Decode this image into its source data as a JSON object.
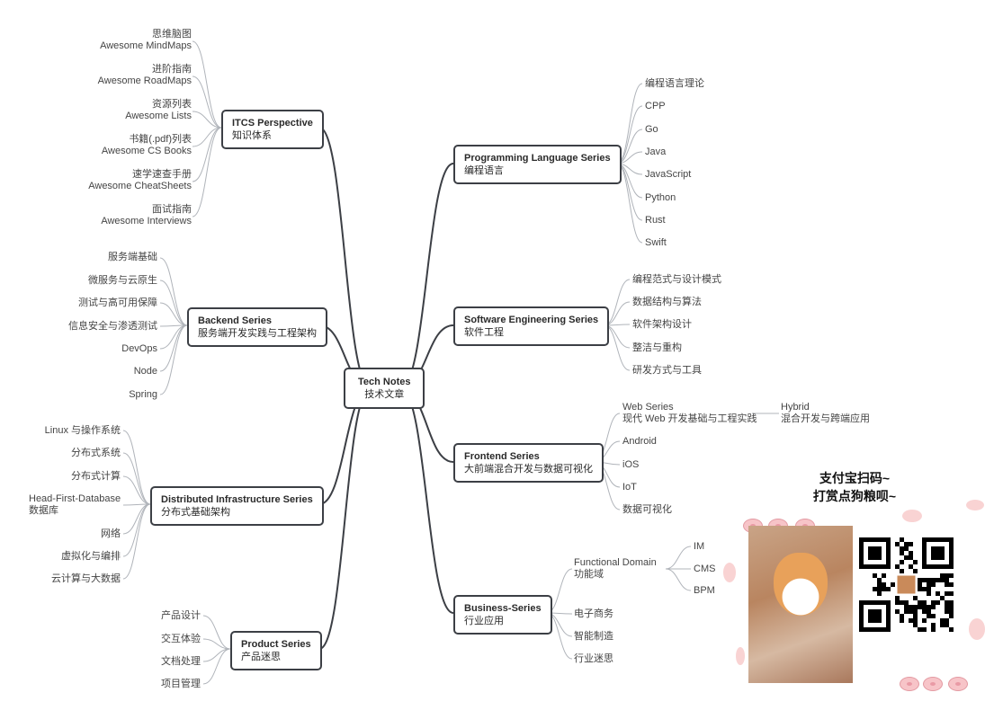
{
  "root": {
    "title": "Tech Notes",
    "subtitle": "技术文章"
  },
  "branches": {
    "itcs": {
      "title": "ITCS Perspective",
      "subtitle": "知识体系",
      "items": [
        {
          "line1": "思维脑图",
          "line2": "Awesome MindMaps"
        },
        {
          "line1": "进阶指南",
          "line2": "Awesome RoadMaps"
        },
        {
          "line1": "资源列表",
          "line2": "Awesome Lists"
        },
        {
          "line1": "书籍(.pdf)列表",
          "line2": "Awesome CS Books"
        },
        {
          "line1": "速学速查手册",
          "line2": "Awesome CheatSheets"
        },
        {
          "line1": "面试指南",
          "line2": "Awesome Interviews"
        }
      ]
    },
    "backend": {
      "title": "Backend Series",
      "subtitle": "服务端开发实践与工程架构",
      "items": [
        "服务端基础",
        "微服务与云原生",
        "测试与高可用保障",
        "信息安全与渗透测试",
        "DevOps",
        "Node",
        "Spring"
      ]
    },
    "distributed": {
      "title": "Distributed Infrastructure Series",
      "subtitle": "分布式基础架构",
      "items": [
        {
          "line1": "Linux 与操作系统"
        },
        {
          "line1": "分布式系统"
        },
        {
          "line1": "分布式计算"
        },
        {
          "line1": "Head-First-Database",
          "line2": "数据库"
        },
        {
          "line1": "网络"
        },
        {
          "line1": "虚拟化与编排"
        },
        {
          "line1": "云计算与大数据"
        }
      ]
    },
    "product": {
      "title": "Product Series",
      "subtitle": "产品迷思",
      "items": [
        "产品设计",
        "交互体验",
        "文档处理",
        "项目管理"
      ]
    },
    "programming": {
      "title": "Programming Language Series",
      "subtitle": "编程语言",
      "items": [
        "编程语言理论",
        "CPP",
        "Go",
        "Java",
        "JavaScript",
        "Python",
        "Rust",
        "Swift"
      ]
    },
    "software": {
      "title": "Software Engineering Series",
      "subtitle": "软件工程",
      "items": [
        "编程范式与设计模式",
        "数据结构与算法",
        "软件架构设计",
        "整洁与重构",
        "研发方式与工具"
      ]
    },
    "frontend": {
      "title": "Frontend Series",
      "subtitle": "大前端混合开发与数据可视化",
      "items": [
        {
          "line1": "Web Series",
          "line2": "现代 Web 开发基础与工程实践"
        },
        {
          "line1": "Android"
        },
        {
          "line1": "iOS"
        },
        {
          "line1": "IoT"
        },
        {
          "line1": "数据可视化"
        }
      ],
      "hybrid": {
        "line1": "Hybrid",
        "line2": "混合开发与跨端应用"
      }
    },
    "business": {
      "title": "Business-Series",
      "subtitle": "行业应用",
      "functional": {
        "line1": "Functional Domain",
        "line2": "功能域",
        "items": [
          "IM",
          "CMS",
          "BPM"
        ]
      },
      "items": [
        "电子商务",
        "智能制造",
        "行业迷思"
      ]
    }
  },
  "donate": {
    "line1": "支付宝扫码~",
    "line2": "打赏点狗粮呗~"
  },
  "colors": {
    "line": "#3c3f45",
    "leaf_line": "#b0b4ba",
    "accent_pink": "#f7c4c8"
  }
}
